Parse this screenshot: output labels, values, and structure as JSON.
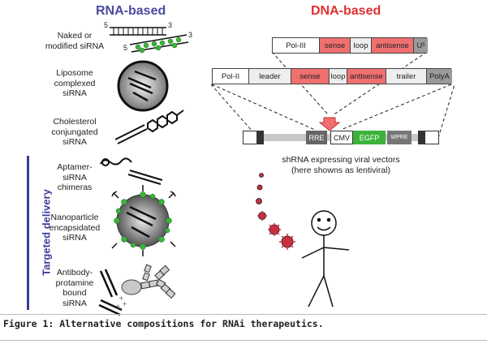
{
  "headers": {
    "rna": "RNA-based",
    "dna": "DNA-based"
  },
  "colors": {
    "rna_header": "#4a4aa0",
    "dna_header": "#e03030",
    "sense": "#f07070",
    "egfp": "#3bb33b",
    "nanoparticle_dot": "#3bb33b",
    "virion": "#c83040"
  },
  "rna_items": [
    "Naked or\nmodified siRNA",
    "Liposome\ncomplexed\nsiRNA",
    "Cholesterol\nconjungated\nsiRNA",
    "Aptamer-\nsiRNA\nchimeras",
    "Nanoparticle\nencapsidated\nsiRNA",
    "Antibody-\nprotamine\nbound\nsiRNA"
  ],
  "strand_labels": {
    "top_5": "5",
    "top_3": "3",
    "bot_5": "5",
    "bot_3": "3"
  },
  "targeted_delivery": "Targeted delivery",
  "pol3_cassette": {
    "pol": "Pol-III",
    "sense": "sense",
    "loop": "loop",
    "antisense": "antisense",
    "term": "U",
    "term_sub": "5"
  },
  "pol2_cassette": {
    "pol": "Pol-II",
    "leader": "leader",
    "sense": "sense",
    "loop": "loop",
    "antisense": "antisense",
    "trailer": "trailer",
    "polya": "PolyA"
  },
  "vector": {
    "rre": "RRE",
    "cmv": "CMV",
    "egfp": "EGFP",
    "wpre": "WPRE"
  },
  "vector_caption": "shRNA expressing viral vectors\n(here showns as lentiviral)",
  "figure_caption": "Figure 1: Alternative compositions for RNAi therapeutics."
}
